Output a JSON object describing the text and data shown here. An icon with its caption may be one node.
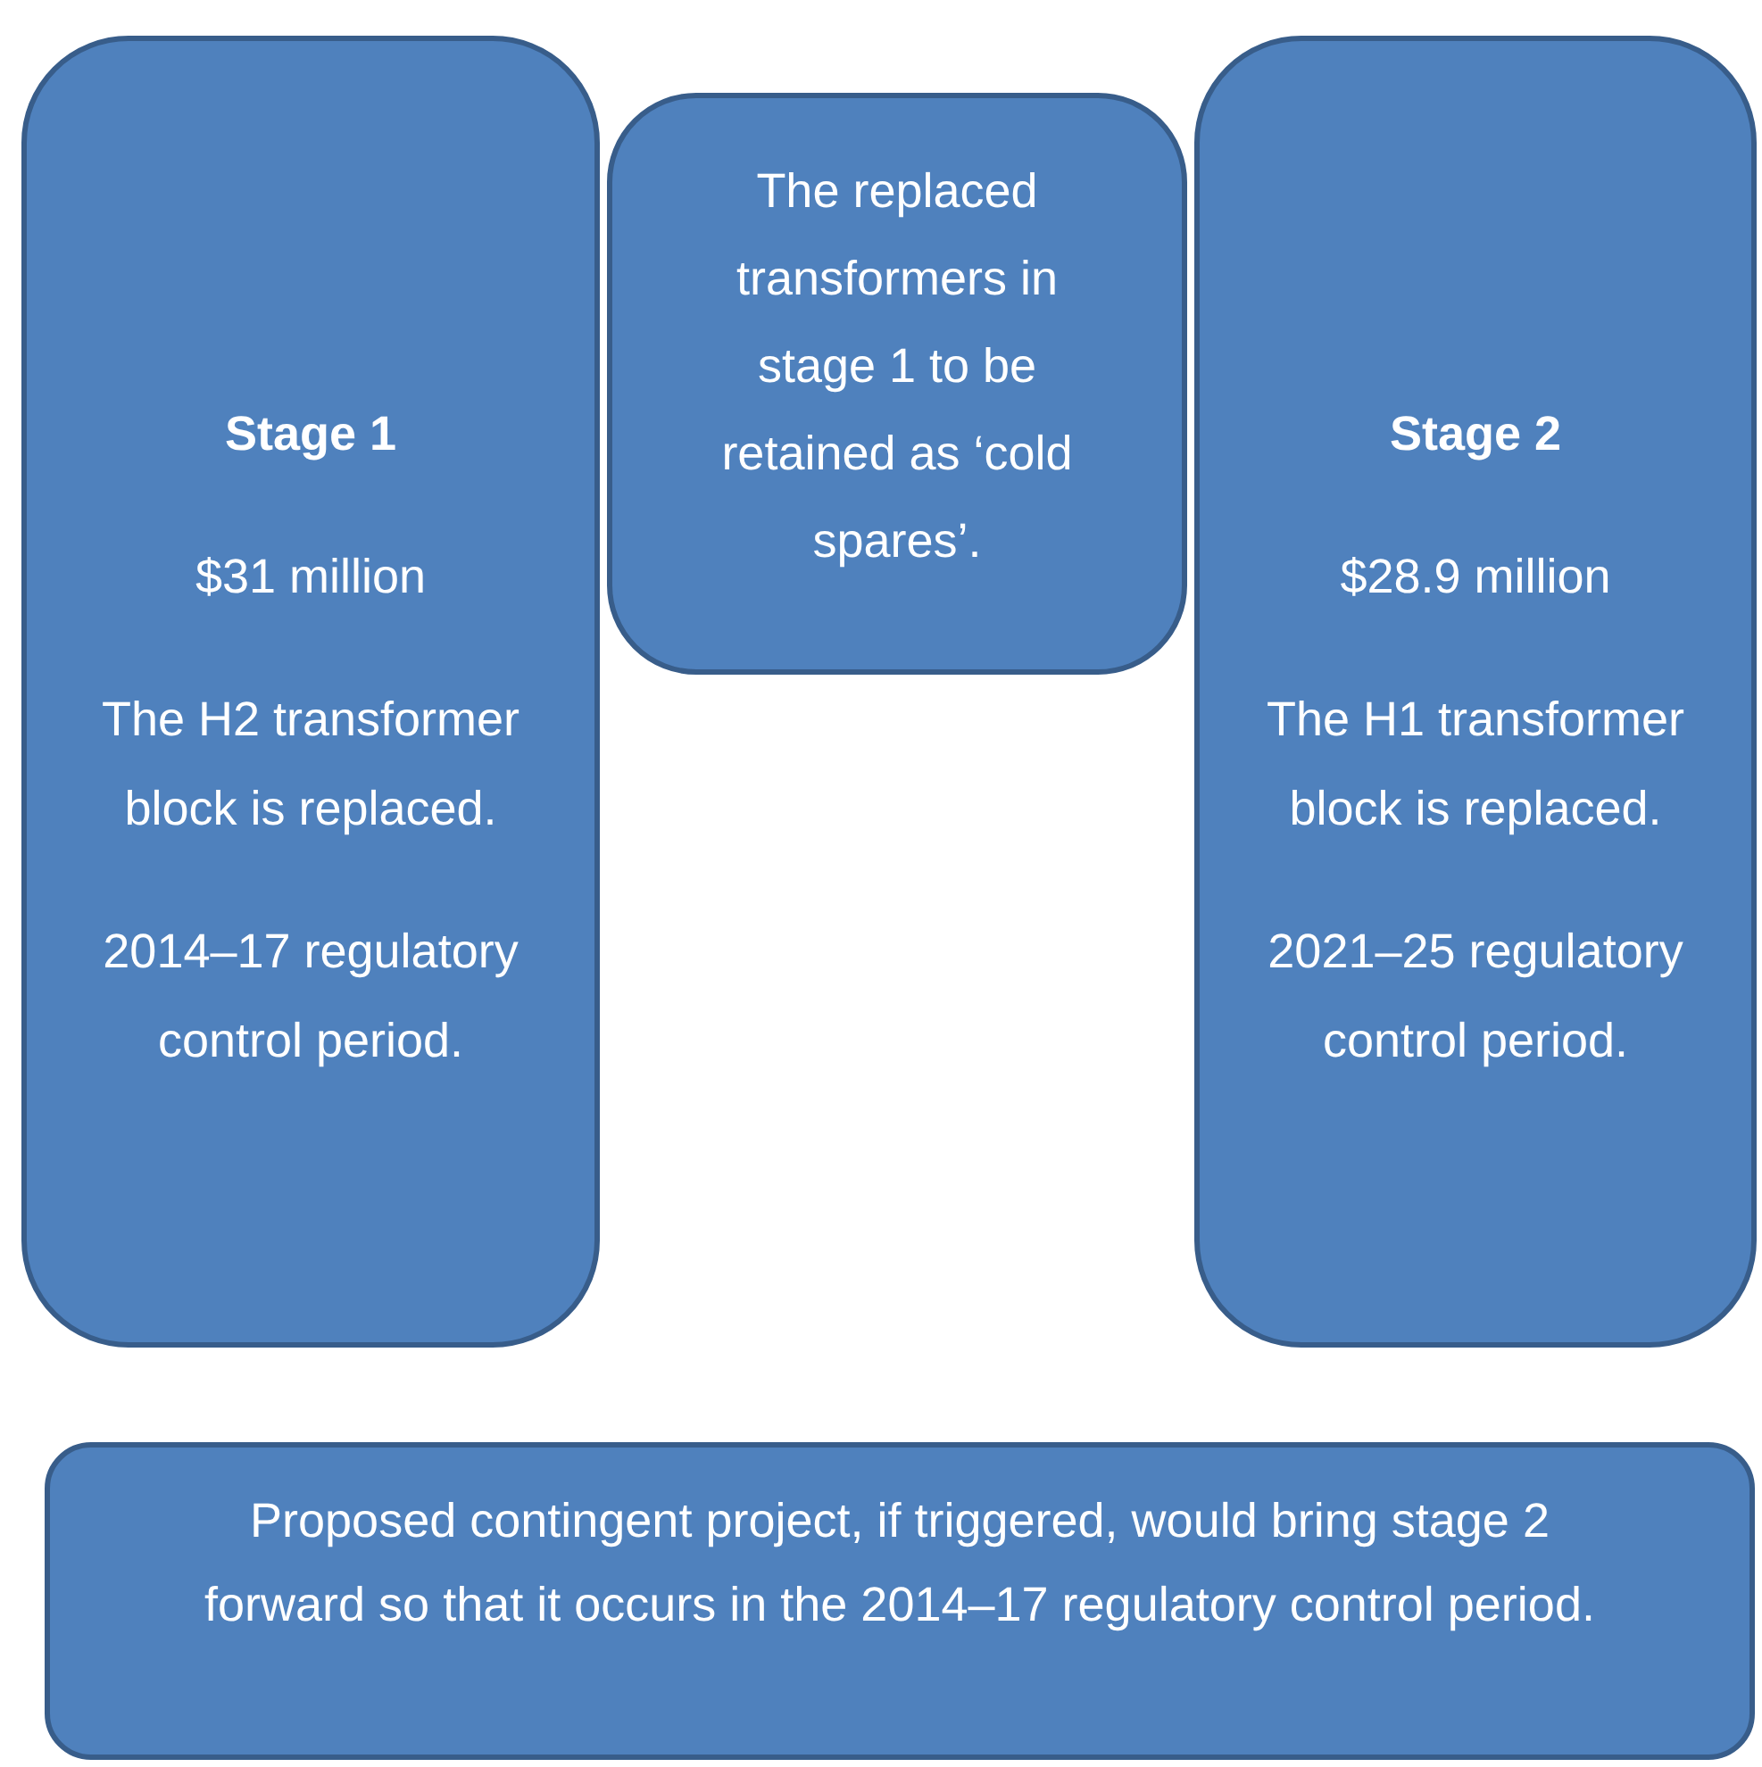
{
  "diagram": {
    "nodes": [
      {
        "text": [
          "Stage 1",
          "$31 million",
          "The H2 transformer block is replaced.",
          "2014–17 regulatory control period."
        ]
      },
      {
        "text": [
          "The replaced transformers in stage 1 to be retained as ‘cold spares’."
        ]
      },
      {
        "text": [
          "Stage 2",
          "$28.9 million",
          "The H1 transformer block is replaced.",
          "2021–25 regulatory control period."
        ]
      },
      {
        "text": [
          "Proposed contingent project, if triggered, would bring stage 2 forward so that it occurs in the 2014–17 regulatory control period."
        ]
      }
    ]
  }
}
